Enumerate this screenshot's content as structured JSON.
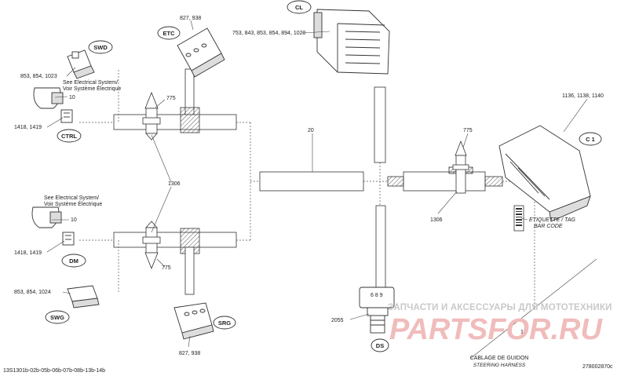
{
  "parts": {
    "etc_refs": "827, 938",
    "cl_refs": "753, 843, 853, 854, 894, 1020",
    "swd_refs": "853, 854, 1023",
    "see_electrical_top_en": "See Electrical System/",
    "see_electrical_top_fr": "Voir Système Électrique",
    "ref_10_top": "10",
    "ref_775_top": "775",
    "ref_1418_top": "1418, 1419",
    "ref_20": "20",
    "ref_775_right": "775",
    "c1_refs": "1136, 1138, 1140",
    "ref_1306_left": "1306",
    "see_electrical_bottom_en": "See Electrical System/",
    "see_electrical_bottom_fr": "Voir Système Électrique",
    "ref_10_bottom": "10",
    "ref_1306_right": "1306",
    "etiquette_fr": "ETIQUETTE / TAG",
    "barcode_en": "BAR CODE",
    "ref_1418_bottom": "1418, 1419",
    "ref_775_bottom": "775",
    "swg_refs": "853, 854, 1024",
    "srg_refs": "827, 938",
    "ds_digits": "6 8 9",
    "ref_2055": "2055",
    "ref_1": "1"
  },
  "badges": {
    "etc": "ETC",
    "cl": "CL",
    "swd": "SWD",
    "ctrl": "CTRL",
    "c1": "C 1",
    "dm": "DM",
    "swg": "SWG",
    "srg": "SRG",
    "ds": "DS"
  },
  "watermark": {
    "line1": "ЗАПЧАСТИ И АКСЕССУАРЫ ДЛЯ МОТОТЕХНИКИ",
    "line2": "PARTSFOR.RU"
  },
  "footer": {
    "drawing_code": "13S1301b-02b-05b-06b-07b-08b-13b-14b",
    "title_fr": "CABLAGE DE GUIDON",
    "title_en": "STEERING HARNESS",
    "drawing_number": "278002870c"
  }
}
